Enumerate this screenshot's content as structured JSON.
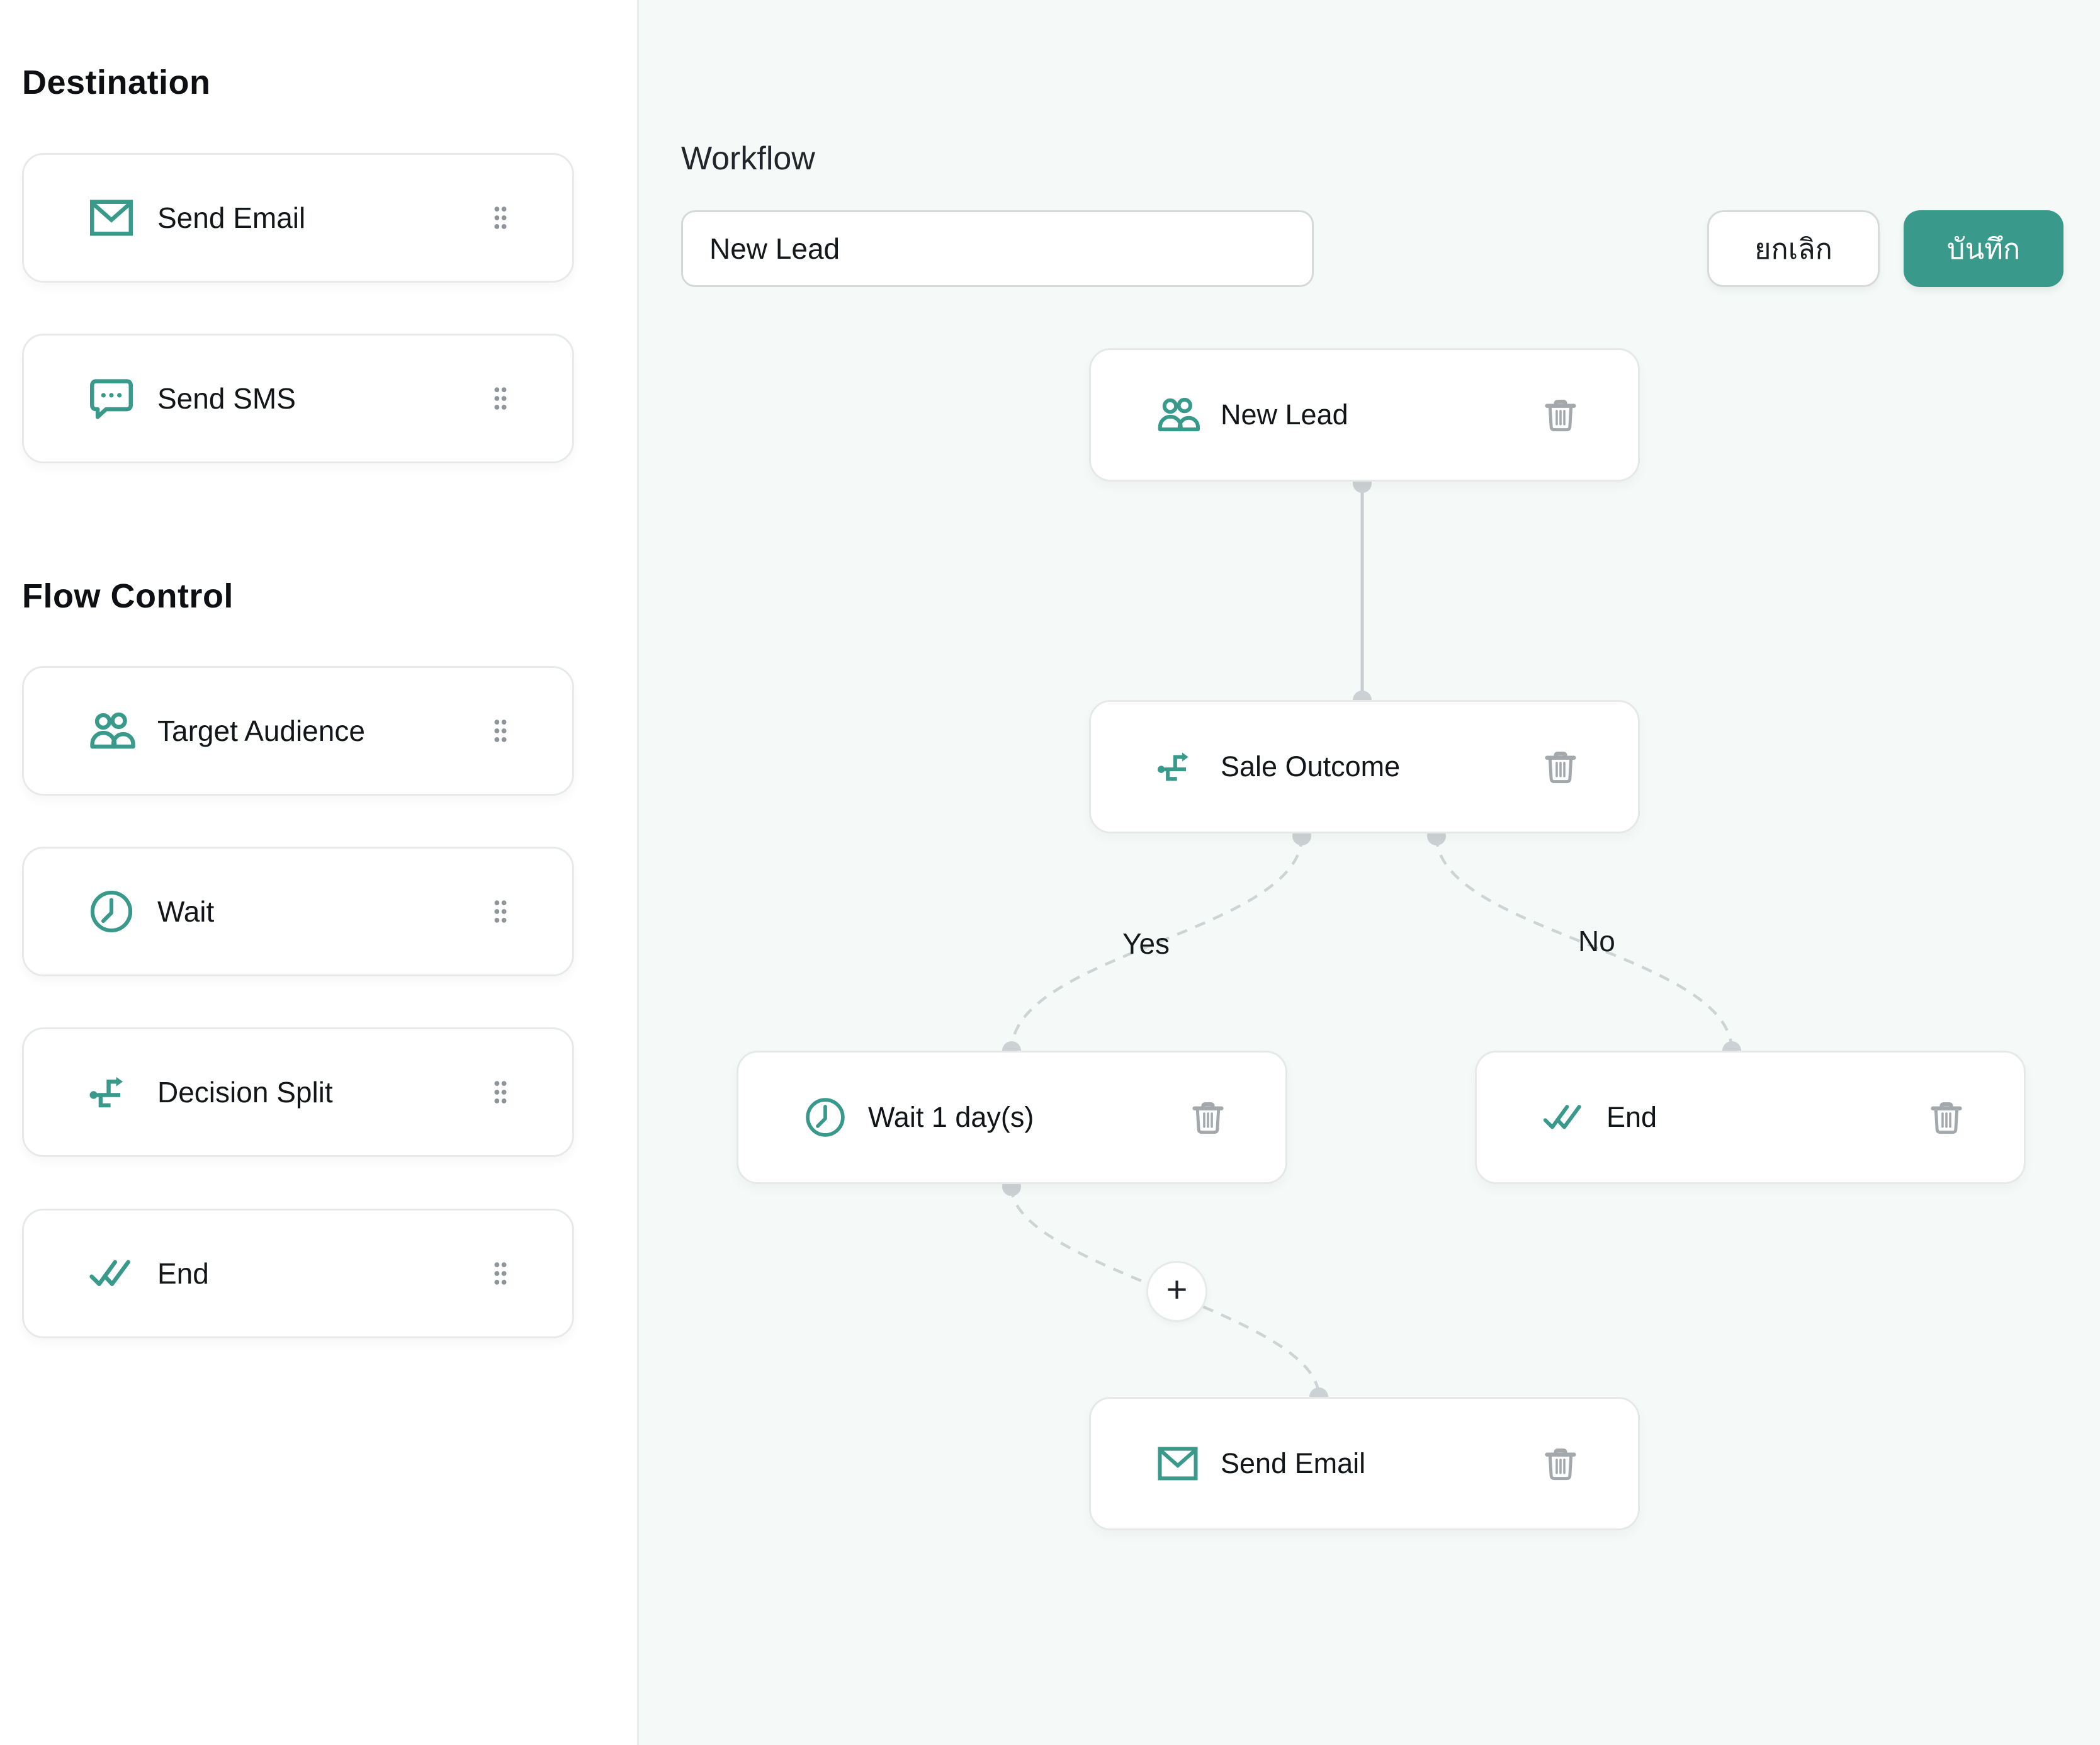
{
  "sidebar": {
    "sections": [
      {
        "title": "Destination",
        "items": [
          {
            "label": "Send Email",
            "icon": "mail-icon"
          },
          {
            "label": "Send SMS",
            "icon": "sms-icon"
          }
        ]
      },
      {
        "title": "Flow Control",
        "items": [
          {
            "label": "Target Audience",
            "icon": "people-icon"
          },
          {
            "label": "Wait",
            "icon": "clock-icon"
          },
          {
            "label": "Decision Split",
            "icon": "split-icon"
          },
          {
            "label": "End",
            "icon": "double-check-icon"
          }
        ]
      }
    ]
  },
  "header": {
    "title": "Workflow",
    "name_value": "New Lead",
    "cancel_label": "ยกเลิก",
    "save_label": "บันทึก"
  },
  "canvas": {
    "nodes": [
      {
        "id": "new-lead",
        "label": "New Lead",
        "icon": "people-icon"
      },
      {
        "id": "sale-outcome",
        "label": "Sale Outcome",
        "icon": "split-icon"
      },
      {
        "id": "wait",
        "label": "Wait 1 day(s)",
        "icon": "clock-icon"
      },
      {
        "id": "end",
        "label": "End",
        "icon": "double-check-icon"
      },
      {
        "id": "send-email",
        "label": "Send Email",
        "icon": "mail-icon"
      }
    ],
    "edge_labels": {
      "yes": "Yes",
      "no": "No"
    },
    "plus_label": "+"
  },
  "colors": {
    "accent": "#399a8b",
    "canvas_bg": "#f5faf8",
    "card_border": "#e6e8e9",
    "connector": "#ccd1d3",
    "icon_gray": "#a3a8ac"
  }
}
